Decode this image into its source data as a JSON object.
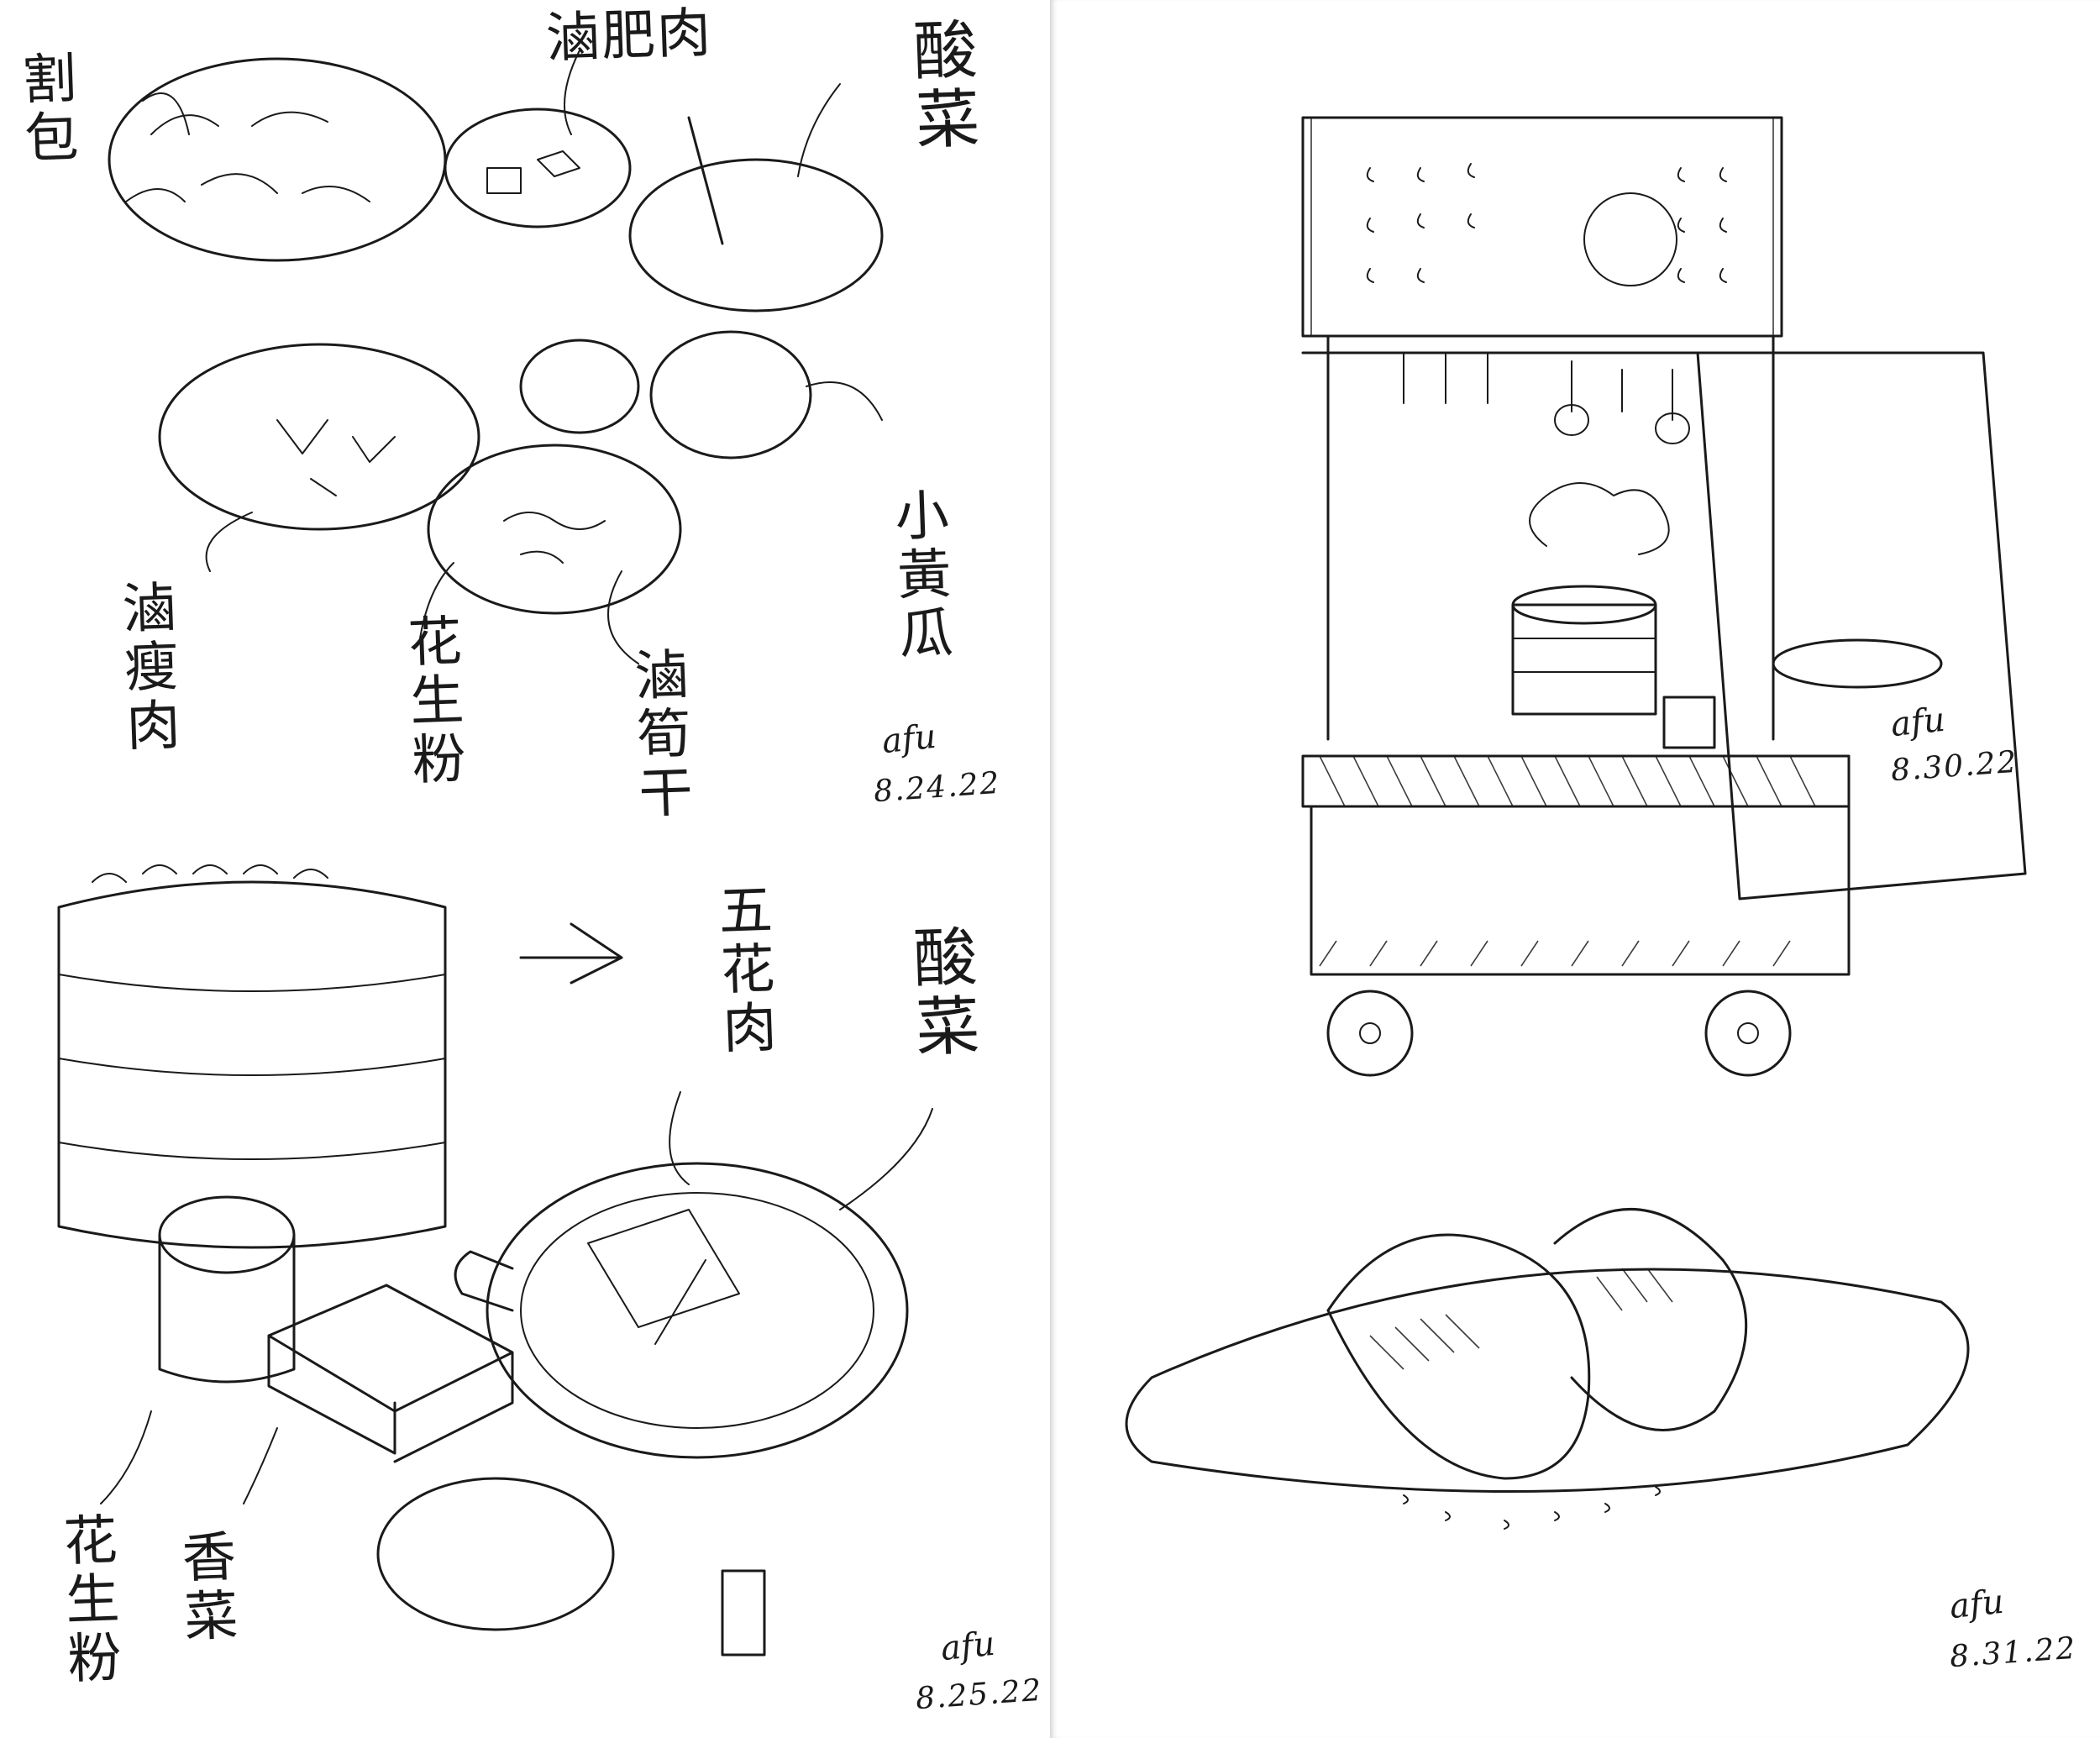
{
  "left_page": {
    "top_sketch": {
      "labels": {
        "gua_bao": "割包",
        "lu_fei_rou": "滷肥肉",
        "suan_cai": "酸菜",
        "lu_shou_rou": "滷瘦肉",
        "hua_sheng_fen": "花生粉",
        "lu_sun_gan": "滷筍干",
        "huang_gua": "小黃瓜"
      },
      "signature": "afu",
      "date": "8.24.22"
    },
    "bottom_sketch": {
      "labels": {
        "wu_hua_rou": "五花肉",
        "suan_cai": "酸菜",
        "hua_sheng_fen": "花生粉",
        "xiang_cai": "香菜"
      },
      "signature": "afu",
      "date": "8.25.22"
    }
  },
  "right_page": {
    "cart_sketch": {
      "signature": "afu",
      "date": "8.30.22"
    },
    "bun_sketch": {
      "signature": "afu",
      "date": "8.31.22"
    }
  },
  "colors": {
    "paper": "#ffffff",
    "ink": "#1a1a1a",
    "gutter": "#d9d9d9"
  }
}
